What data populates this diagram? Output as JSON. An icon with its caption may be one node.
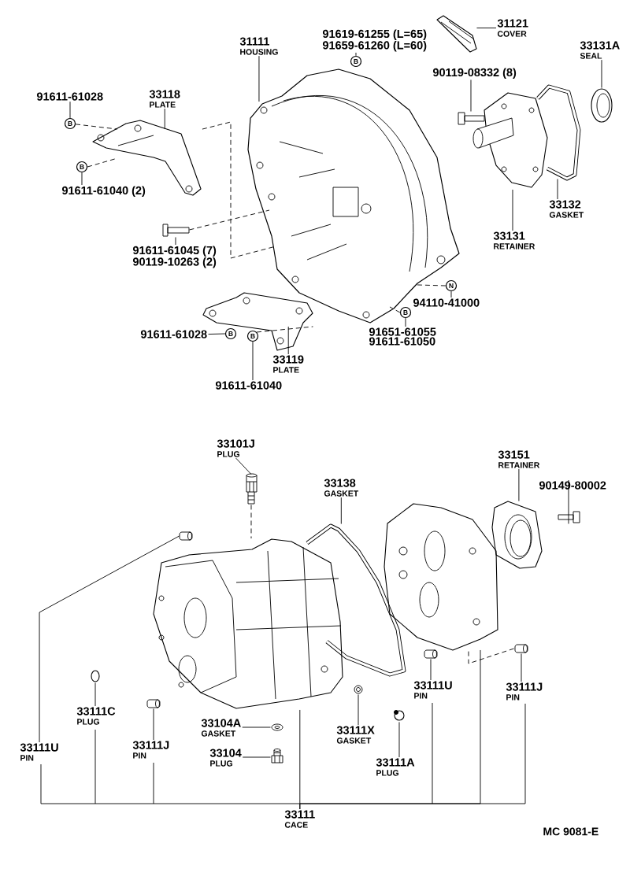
{
  "diagram": {
    "nodes": [
      {
        "text": [
          "31111",
          "HOUSING"
        ]
      },
      {
        "text": [],
        "shape": "picture"
      },
      {
        "text": [
          "91611-61028"
        ]
      },
      {
        "text": [
          "33118",
          "PLATE"
        ]
      },
      {
        "text": [
          "B"
        ]
      },
      {
        "text": [],
        "shape": "picture"
      },
      {
        "text": [
          "B"
        ]
      },
      {
        "text": [
          "91611-61040 (2)"
        ]
      },
      {
        "text": [],
        "shape": "picture"
      },
      {
        "text": [
          "91611-61045 (7)",
          "90119-10263 (2)"
        ]
      },
      {
        "text": [],
        "shape": "picture"
      },
      {
        "text": [
          "31121",
          "COVER"
        ]
      },
      {
        "text": [
          "91619-61255 (L=65)",
          "91659-61260 (L=60)"
        ]
      },
      {
        "text": [
          "B"
        ]
      },
      {
        "text": [
          "90119-08332 (8)"
        ]
      },
      {
        "text": [],
        "shape": "picture"
      },
      {
        "text": [
          "33131A",
          "SEAL"
        ]
      },
      {
        "text": [],
        "shape": "picture"
      },
      {
        "text": [],
        "shape": "picture"
      },
      {
        "text": [],
        "shape": "picture"
      },
      {
        "text": [
          "33132",
          "GASKET"
        ]
      },
      {
        "text": [
          "33131",
          "RETAINER"
        ]
      },
      {
        "text": [
          "N"
        ]
      },
      {
        "text": [
          "94110-41000"
        ]
      },
      {
        "text": [
          "B"
        ]
      },
      {
        "text": [
          "91651-61055",
          "91611-61050"
        ]
      },
      {
        "text": [],
        "shape": "picture"
      },
      {
        "text": [
          "91611-61028"
        ]
      },
      {
        "text": [
          "B"
        ]
      },
      {
        "text": [
          "B"
        ]
      },
      {
        "text": [
          "33119",
          "PLATE"
        ]
      },
      {
        "text": [
          "91611-61040"
        ]
      },
      {
        "text": [
          "33101J",
          "PLUG"
        ]
      },
      {
        "text": [],
        "shape": "picture"
      },
      {
        "text": [
          "33151",
          "RETAINER"
        ]
      },
      {
        "text": [
          "33138",
          "GASKET"
        ]
      },
      {
        "text": [
          "90149-80002"
        ]
      },
      {
        "text": [],
        "shape": "picture"
      },
      {
        "text": [],
        "shape": "picture"
      },
      {
        "text": [],
        "shape": "picture"
      },
      {
        "text": [],
        "shape": "picture"
      },
      {
        "text": [],
        "shape": "picture"
      },
      {
        "text": [],
        "shape": "picture"
      },
      {
        "text": [],
        "shape": "picture"
      },
      {
        "text": [],
        "shape": "picture"
      },
      {
        "text": [],
        "shape": "picture"
      },
      {
        "text": [],
        "shape": "picture"
      },
      {
        "text": [],
        "shape": "picture"
      },
      {
        "text": [],
        "shape": "picture"
      },
      {
        "text": [],
        "shape": "picture"
      },
      {
        "text": [],
        "shape": "picture"
      },
      {
        "text": [
          "33111C",
          "PLUG"
        ]
      },
      {
        "text": [
          "33111U",
          "PIN"
        ]
      },
      {
        "text": [
          "33111J",
          "PIN"
        ]
      },
      {
        "text": [
          "33111J",
          "PIN"
        ]
      },
      {
        "text": [
          "33111U",
          "PIN"
        ]
      },
      {
        "text": [
          "33104A",
          "GASKET"
        ]
      },
      {
        "text": [
          "33111X",
          "GASKET"
        ]
      },
      {
        "text": [
          "33104",
          "PLUG"
        ]
      },
      {
        "text": [
          "33111A",
          "PLUG"
        ]
      },
      {
        "text": [
          "33111",
          "CACE"
        ]
      }
    ],
    "edges": [
      {
        "from": 0,
        "to": 1,
        "arrow": "none"
      },
      {
        "from": 2,
        "to": 4,
        "arrow": "none"
      },
      {
        "from": 3,
        "to": 5,
        "arrow": "none"
      },
      {
        "from": 4,
        "to": 5,
        "arrow": "none",
        "style": "dashed"
      },
      {
        "from": 6,
        "to": 5,
        "arrow": "none",
        "style": "dashed"
      },
      {
        "from": 7,
        "to": 6,
        "arrow": "none"
      },
      {
        "from": 9,
        "to": 8,
        "arrow": "none"
      },
      {
        "from": 8,
        "to": 1,
        "arrow": "none",
        "style": "dashed"
      },
      {
        "from": 5,
        "to": 1,
        "arrow": "none",
        "style": "dashed"
      },
      {
        "from": 11,
        "to": 10,
        "arrow": "none"
      },
      {
        "from": 12,
        "to": 13,
        "arrow": "none"
      },
      {
        "from": 14,
        "to": 15,
        "arrow": "none"
      },
      {
        "from": 16,
        "to": 17,
        "arrow": "none"
      },
      {
        "from": 21,
        "to": 18,
        "arrow": "none"
      },
      {
        "from": 20,
        "to": 19,
        "arrow": "none"
      },
      {
        "from": 23,
        "to": 22,
        "arrow": "none"
      },
      {
        "from": 22,
        "to": 1,
        "arrow": "none",
        "style": "dashed"
      },
      {
        "from": 25,
        "to": 24,
        "arrow": "none"
      },
      {
        "from": 24,
        "to": 1,
        "arrow": "none",
        "style": "dashed"
      },
      {
        "from": 30,
        "to": 26,
        "arrow": "none"
      },
      {
        "from": 27,
        "to": 28,
        "arrow": "none"
      },
      {
        "from": 31,
        "to": 29,
        "arrow": "none"
      },
      {
        "from": 29,
        "to": 26,
        "arrow": "none",
        "style": "dashed"
      },
      {
        "from": 32,
        "to": 33,
        "arrow": "none"
      },
      {
        "from": 33,
        "to": 42,
        "arrow": "none",
        "style": "dashed"
      },
      {
        "from": 34,
        "to": 37,
        "arrow": "none"
      },
      {
        "from": 36,
        "to": 38,
        "arrow": "none"
      },
      {
        "from": 35,
        "to": 40,
        "arrow": "none"
      },
      {
        "from": 55,
        "to": 39,
        "arrow": "none"
      },
      {
        "from": 51,
        "to": 45,
        "arrow": "none"
      },
      {
        "from": 54,
        "to": 46,
        "arrow": "none"
      },
      {
        "from": 56,
        "to": 49,
        "arrow": "none"
      },
      {
        "from": 58,
        "to": 50,
        "arrow": "none"
      },
      {
        "from": 57,
        "to": 47,
        "arrow": "none"
      },
      {
        "from": 59,
        "to": 48,
        "arrow": "none"
      },
      {
        "from": 52,
        "to": 43,
        "arrow": "none"
      },
      {
        "from": 53,
        "to": 44,
        "arrow": "none"
      },
      {
        "from": 44,
        "to": 41,
        "arrow": "none",
        "style": "dashed"
      },
      {
        "from": 60,
        "to": 42,
        "arrow": "none"
      },
      {
        "from": 60,
        "to": 41,
        "arrow": "none"
      }
    ],
    "labels": [
      "MC 9081-E"
    ]
  }
}
